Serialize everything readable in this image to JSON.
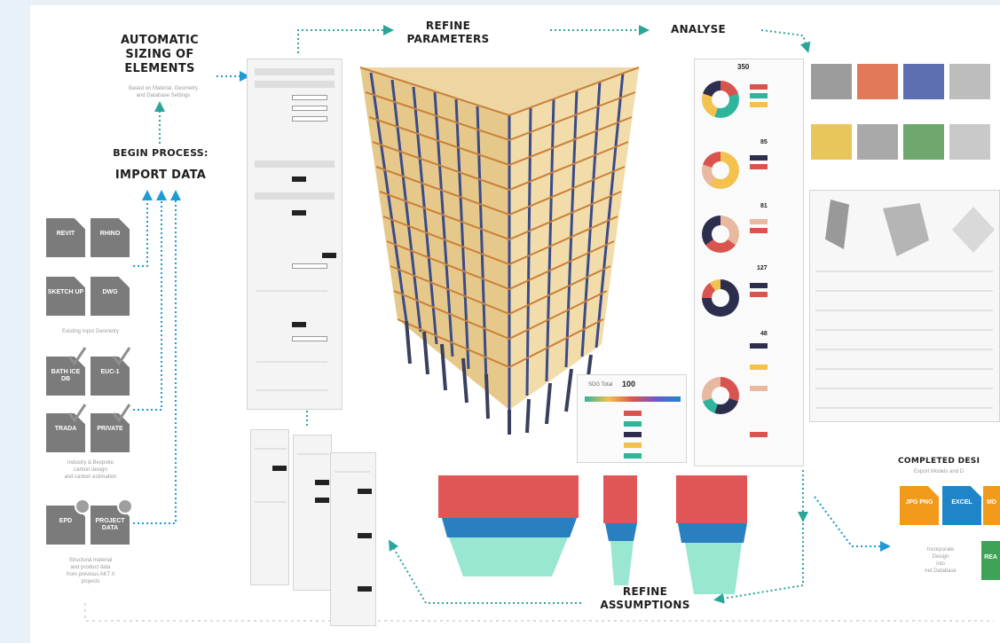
{
  "headings": {
    "auto_sizing": "AUTOMATIC\nSIZING OF\nELEMENTS",
    "auto_sizing_sub": "Based on Material, Geometry\nand Database Settings",
    "begin_process": "BEGIN PROCESS:",
    "import_data": "IMPORT DATA",
    "refine_parameters": "REFINE\nPARAMETERS",
    "analyse": "ANALYSE",
    "refine_assumptions": "REFINE\nASSUMPTIONS",
    "completed_design": "COMPLETED DESI",
    "completed_sub": "Export Models and D"
  },
  "inputs": {
    "geometry": [
      "REVIT",
      "RHINO",
      "SKETCH UP",
      "DWG"
    ],
    "geometry_caption": "Existing Input Geometry",
    "standards": [
      "BATH ICE DB",
      "EUC-1",
      "TRADA",
      "PRIVATE"
    ],
    "standards_caption": "Industry & Bespoke\ncarbon design\nand carbon estimation",
    "project": [
      "EPD",
      "PROJECT DATA"
    ],
    "project_caption": "Structural material\nand product data\nfrom previous AKT II\nprojects"
  },
  "analysis": {
    "scores": [
      "350",
      "85",
      "81",
      "127",
      "48"
    ],
    "summary_label": "SDG Total",
    "summary_value": "100"
  },
  "exports": {
    "formats": [
      "JPG PNG",
      "EXCEL",
      "MD",
      "REA"
    ],
    "caption": "Incorporate\nDesign\ninto\nnet Database"
  },
  "colors": {
    "arrow": "#2aa59a",
    "dashed": "#1d9bd6",
    "doc_grey": "#7b7b7b",
    "export_orange": "#f29a1a",
    "export_blue": "#1e86c8",
    "export_green": "#3fa357",
    "donut": [
      "#2d2d4e",
      "#d9534f",
      "#2fb59b",
      "#f2c14e",
      "#e8b8a0"
    ]
  },
  "icons": [
    "arrow-right-icon",
    "arrow-up-icon",
    "arrow-down-icon",
    "tick-icon",
    "clock-icon",
    "document-icon"
  ]
}
